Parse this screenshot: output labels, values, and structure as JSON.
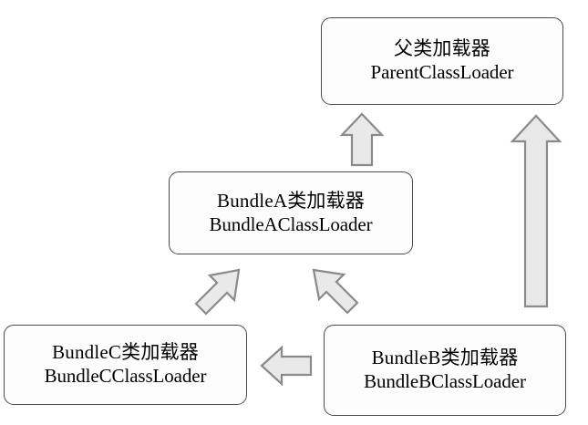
{
  "diagram": {
    "title": "OSGi BundleClassLoader delegation diagram",
    "background_color": "#ffffff",
    "box_fill": "#fdfdfd",
    "box_border_color": "#4a4a4a",
    "arrow_fill": "#e9e9e9",
    "arrow_border_color": "#8a8a8a",
    "nodes": {
      "parent": {
        "label_cn": "父类加载器",
        "label_en": "ParentClassLoader"
      },
      "bundlea": {
        "label_cn": "BundleA类加载器",
        "label_en": "BundleAClassLoader"
      },
      "bundlec": {
        "label_cn": "BundleC类加载器",
        "label_en": "BundleCClassLoader"
      },
      "bundleb": {
        "label_cn": "BundleB类加载器",
        "label_en": "BundleBClassLoader"
      }
    },
    "arrows": [
      {
        "name": "bundlea-to-parent",
        "from": "bundlea",
        "to": "parent",
        "direction": "up",
        "shape": "block-arrow"
      },
      {
        "name": "bundleb-to-parent",
        "from": "bundleb",
        "to": "parent",
        "direction": "up",
        "shape": "long-block-arrow"
      },
      {
        "name": "bundlec-to-bundlea",
        "from": "bundlec",
        "to": "bundlea",
        "direction": "up-right",
        "shape": "diagonal-block-arrow"
      },
      {
        "name": "bundleb-to-bundlea",
        "from": "bundleb",
        "to": "bundlea",
        "direction": "up-left",
        "shape": "diagonal-block-arrow"
      },
      {
        "name": "bundleb-to-bundlec",
        "from": "bundleb",
        "to": "bundlec",
        "direction": "left",
        "shape": "block-arrow"
      }
    ]
  }
}
